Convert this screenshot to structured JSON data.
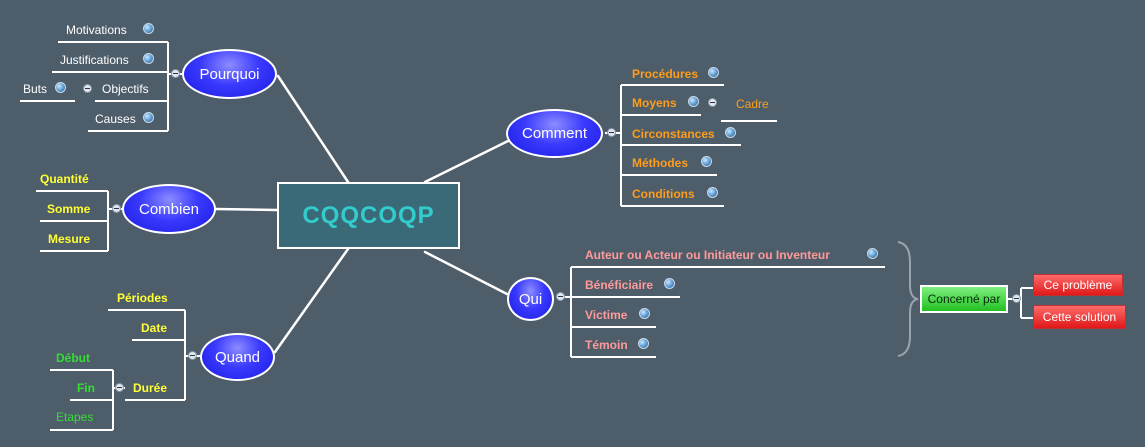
{
  "central": "CQQCOQP",
  "pourquoi": {
    "label": "Pourquoi",
    "items": [
      "Motivations",
      "Justifications",
      "Objectifs",
      "Causes"
    ],
    "objectifs_child": "Buts"
  },
  "combien": {
    "label": "Combien",
    "items": [
      "Quantité",
      "Somme",
      "Mesure"
    ]
  },
  "quand": {
    "label": "Quand",
    "items": [
      "Périodes",
      "Date",
      "Durée"
    ],
    "duree_children": [
      "Début",
      "Fin",
      "Etapes"
    ]
  },
  "comment": {
    "label": "Comment",
    "items": [
      "Procédures",
      "Moyens",
      "Circonstances",
      "Méthodes",
      "Conditions"
    ],
    "moyens_child": "Cadre"
  },
  "qui": {
    "label": "Qui",
    "items": [
      "Auteur ou Acteur ou Initiateur ou Inventeur",
      "Bénéficiaire",
      "Victime",
      "Témoin"
    ]
  },
  "concerne": {
    "label": "Concerné par",
    "options": [
      "Ce problème",
      "Cette solution"
    ]
  },
  "colors": {
    "background": "#4e5d6a",
    "line": "#ffffff",
    "yellow": "#ffff33",
    "orange": "#ff9d1a",
    "pink": "#ff9a9a",
    "green": "#33dd33",
    "bubble": "#3a3aff"
  },
  "icons": [
    "globe-icon",
    "collapse-minus-icon",
    "curly-brace-icon"
  ]
}
